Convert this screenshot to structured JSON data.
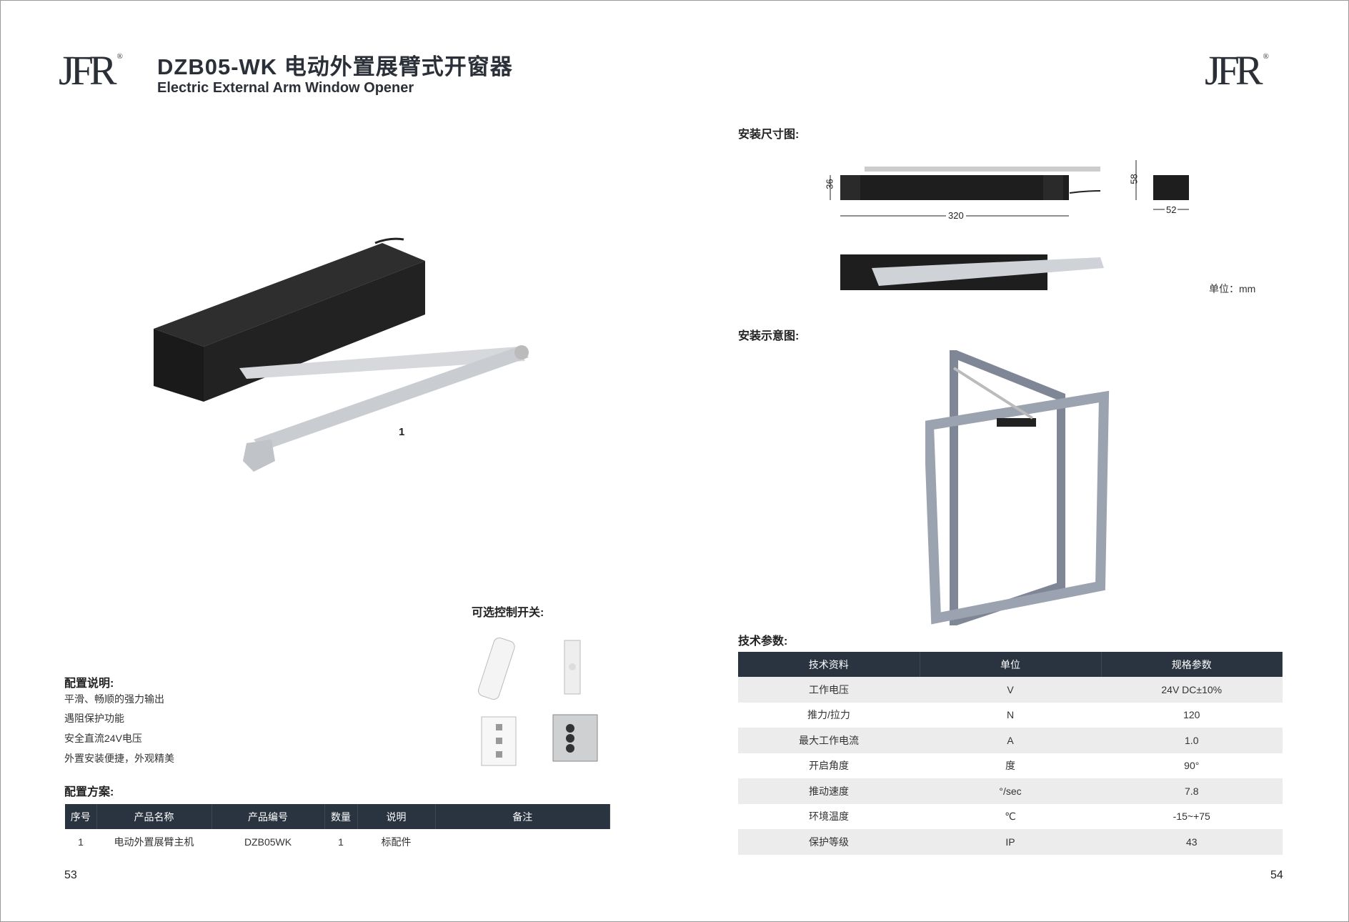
{
  "brand": {
    "logo_text": "JFR",
    "registered": "®"
  },
  "header": {
    "title": "DZB05-WK 电动外置展臂式开窗器",
    "subtitle": "Electric External Arm Window Opener"
  },
  "left": {
    "product_label": "1",
    "switches_heading": "可选控制开关:",
    "config_desc_heading": "配置说明:",
    "config_desc_items": [
      "平滑、畅顺的强力输出",
      "遇阻保护功能",
      "安全直流24V电压",
      "外置安装便捷，外观精美"
    ],
    "config_plan_heading": "配置方案:",
    "plan_table": {
      "headers": [
        "序号",
        "产品名称",
        "产品编号",
        "数量",
        "说明",
        "备注"
      ],
      "rows": [
        [
          "1",
          "电动外置展臂主机",
          "DZB05WK",
          "1",
          "标配件",
          ""
        ]
      ]
    },
    "page_number": "53"
  },
  "right": {
    "dims_heading": "安装尺寸图:",
    "dims": {
      "height": "36",
      "length": "320",
      "total_height": "58",
      "width": "52"
    },
    "unit_note": "单位：mm",
    "install_heading": "安装示意图:",
    "spec_heading": "技术参数:",
    "spec_table": {
      "headers": [
        "技术资料",
        "单位",
        "规格参数"
      ],
      "rows": [
        [
          "工作电压",
          "V",
          "24V DC±10%"
        ],
        [
          "推力/拉力",
          "N",
          "120"
        ],
        [
          "最大工作电流",
          "A",
          "1.0"
        ],
        [
          "开启角度",
          "度",
          "90°"
        ],
        [
          "推动速度",
          "°/sec",
          "7.8"
        ],
        [
          "环境温度",
          "℃",
          "-15~+75"
        ],
        [
          "保护等级",
          "IP",
          "43"
        ]
      ]
    },
    "page_number": "54"
  }
}
